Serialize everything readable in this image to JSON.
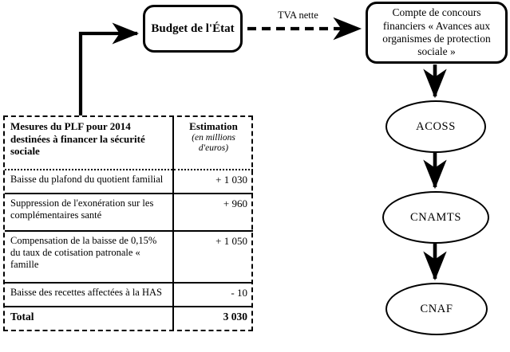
{
  "diagram": {
    "title_nodes": {
      "budget": "Budget de l'État",
      "compte": "Compte de concours financiers « Avances aux organismes de protection sociale »"
    },
    "entities": [
      {
        "id": "acoss",
        "label": "ACOSS"
      },
      {
        "id": "cnamts",
        "label": "CNAMTS"
      },
      {
        "id": "cnaf",
        "label": "CNAF"
      }
    ],
    "edges": [
      {
        "id": "table-to-budget",
        "style": "solid",
        "label": ""
      },
      {
        "id": "budget-to-compte",
        "style": "dashed",
        "label": "TVA nette"
      },
      {
        "id": "compte-to-acoss",
        "style": "solid",
        "label": ""
      },
      {
        "id": "acoss-to-cnamts",
        "style": "solid",
        "label": ""
      },
      {
        "id": "cnamts-to-cnaf",
        "style": "solid",
        "label": ""
      }
    ],
    "edge_labels": {
      "tva": "TVA nette"
    },
    "colors": {
      "stroke": "#000000",
      "background": "#ffffff"
    }
  },
  "table": {
    "headers": {
      "measures": "Mesures du PLF pour 2014 destinées à financer la sécurité sociale",
      "estimation": "Estimation",
      "estimation_unit": "(en millions d'euros)"
    },
    "rows": [
      {
        "label": "Baisse du plafond du quotient familial",
        "value": "+ 1 030"
      },
      {
        "label": "Suppression de l'exonération sur les complémentaires santé",
        "value": "+ 960"
      },
      {
        "label": "Compensation de la baisse de 0,15% du taux de cotisation patronale « famille",
        "value": "+ 1 050"
      },
      {
        "label": "Baisse des recettes affectées à la HAS",
        "value": "- 10"
      }
    ],
    "total": {
      "label": "Total",
      "value": "3 030"
    }
  }
}
